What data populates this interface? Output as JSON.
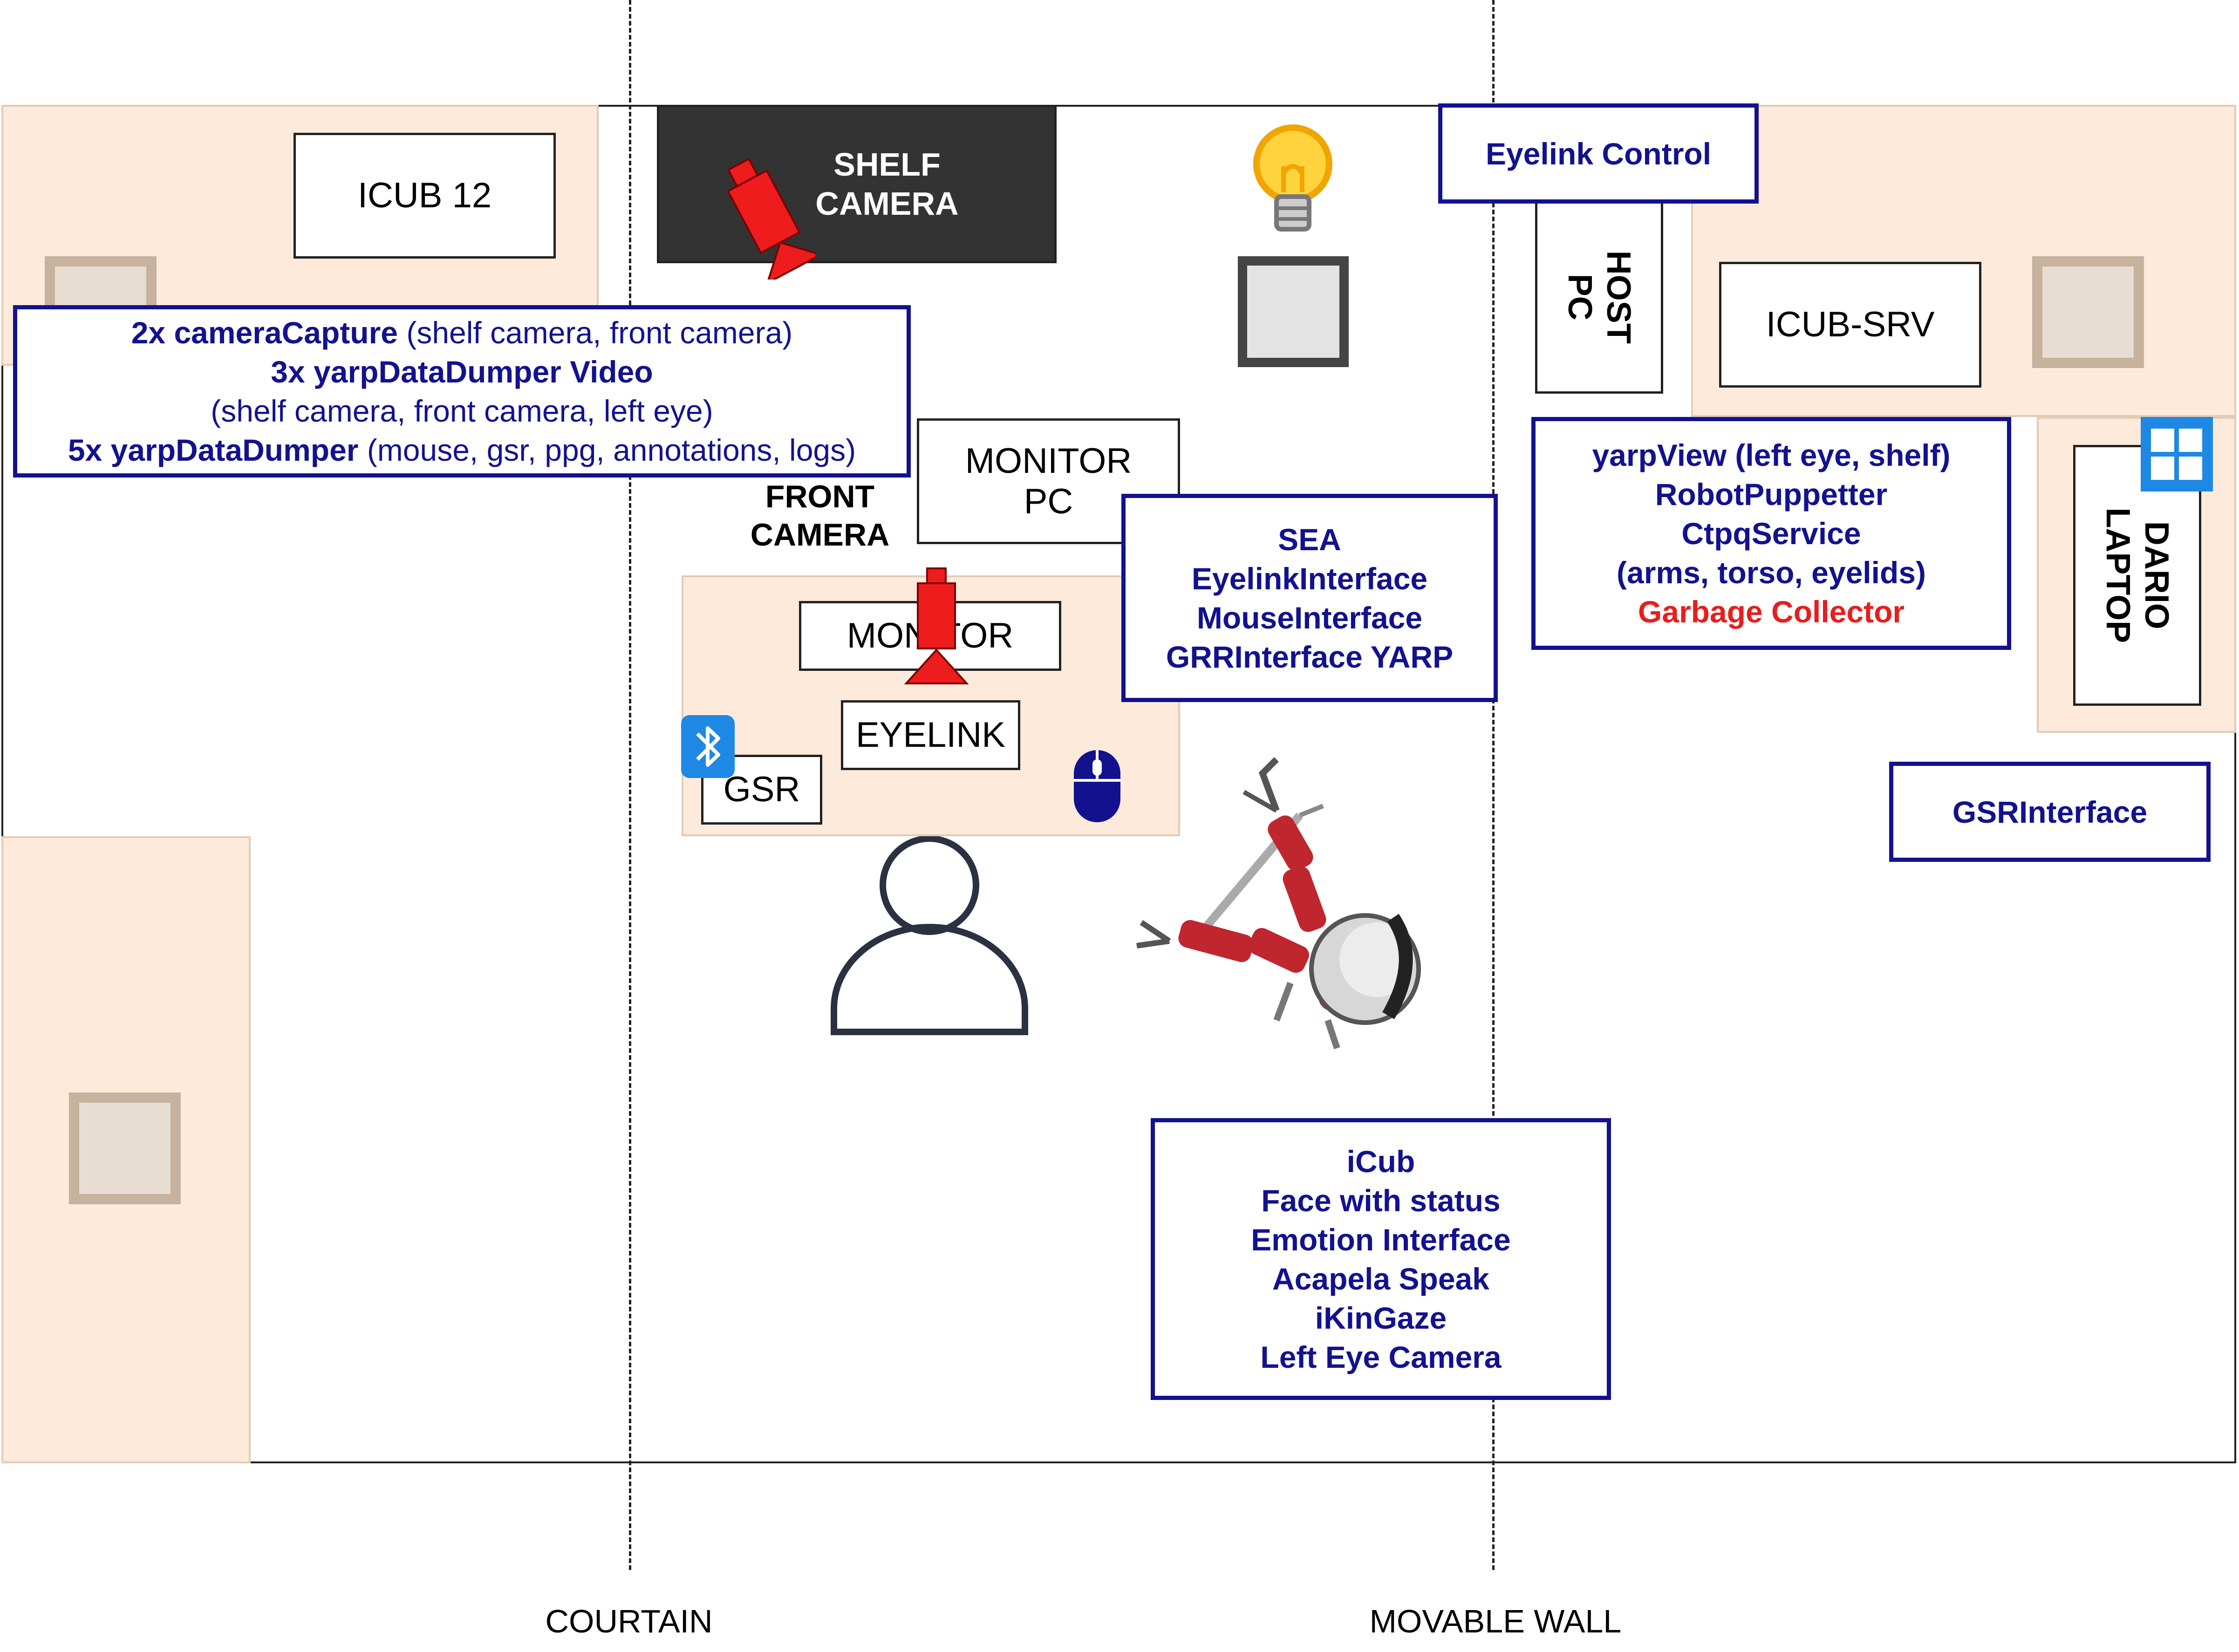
{
  "zones": {
    "icub12": "ICUB 12",
    "shelf_camera": [
      "SHELF",
      "CAMERA"
    ],
    "monitor_pc": [
      "MONITOR",
      "PC"
    ],
    "front_camera": [
      "FRONT",
      "CAMERA"
    ],
    "monitor": "MONITOR",
    "eyelink": "EYELINK",
    "gsr": "GSR",
    "host_pc": [
      "HOST",
      "PC"
    ],
    "icub_srv": "ICUB-SRV",
    "dario_laptop": [
      "DARIO",
      "LAPTOP"
    ]
  },
  "boxes": {
    "capture": {
      "line1_bold": "2x cameraCapture",
      "line1_rest": " (shelf camera, front camera)",
      "line2": "3x yarpDataDumper Video",
      "line3": "(shelf camera, front camera, left eye)",
      "line4_bold": "5x yarpDataDumper",
      "line4_rest": " (mouse, gsr, ppg,  annotations, logs)"
    },
    "eyelink_control": "Eyelink Control",
    "sea": [
      "SEA",
      "EyelinkInterface",
      "MouseInterface",
      "GRRInterface YARP"
    ],
    "yarpview": [
      "yarpView (left eye, shelf)",
      "RobotPuppetter",
      "CtpqService",
      "(arms, torso, eyelids)"
    ],
    "garbage_collector": "Garbage Collector",
    "gsr_interface": "GSRInterface",
    "icub": [
      "iCub",
      "Face with status",
      "Emotion Interface",
      "Acapela Speak",
      "iKinGaze",
      "Left Eye Camera"
    ]
  },
  "labels": {
    "courtain": "COURTAIN",
    "movable_wall": "MOVABLE WALL"
  },
  "colors": {
    "box_border": "#12128f",
    "highlight": "#e61e1e",
    "area_fill": "#fdeadb",
    "camera": "#ee1c1c",
    "bluetooth": "#1e88e5",
    "windows": "#1e88e5"
  },
  "icons": [
    "camera-icon",
    "lightbulb-icon",
    "bluetooth-icon",
    "mouse-icon",
    "person-icon",
    "robot-icon",
    "windows-icon"
  ]
}
